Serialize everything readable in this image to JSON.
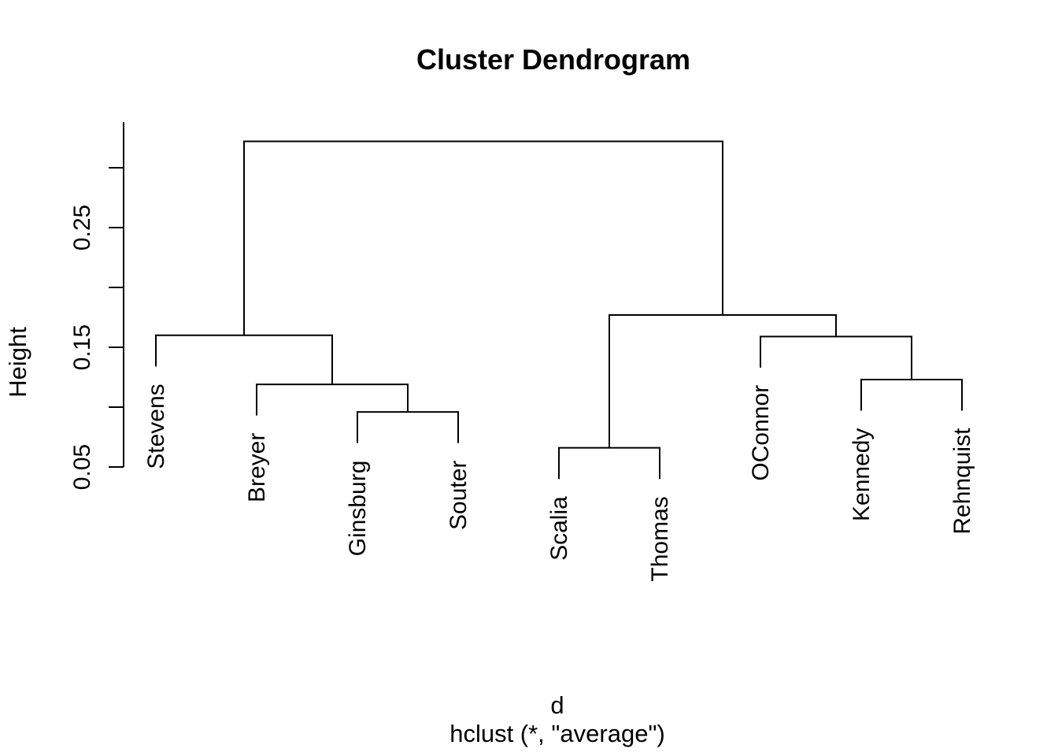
{
  "chart_data": {
    "type": "dendrogram",
    "title": "Cluster Dendrogram",
    "ylabel": "Height",
    "xlabel": "d",
    "sub": "hclust (*, \"average\")",
    "clustering_method": "average",
    "leaves": [
      "Stevens",
      "Breyer",
      "Ginsburg",
      "Souter",
      "Scalia",
      "Thomas",
      "OConnor",
      "Kennedy",
      "Rehnquist"
    ],
    "tree": {
      "height": 0.322,
      "children": [
        {
          "height": 0.16,
          "children": [
            {
              "leaf": "Stevens"
            },
            {
              "height": 0.119,
              "children": [
                {
                  "leaf": "Breyer"
                },
                {
                  "height": 0.096,
                  "children": [
                    {
                      "leaf": "Ginsburg"
                    },
                    {
                      "leaf": "Souter"
                    }
                  ]
                }
              ]
            }
          ]
        },
        {
          "height": 0.177,
          "children": [
            {
              "height": 0.066,
              "children": [
                {
                  "leaf": "Scalia"
                },
                {
                  "leaf": "Thomas"
                }
              ]
            },
            {
              "height": 0.159,
              "children": [
                {
                  "leaf": "OConnor"
                },
                {
                  "height": 0.123,
                  "children": [
                    {
                      "leaf": "Kennedy"
                    },
                    {
                      "leaf": "Rehnquist"
                    }
                  ]
                }
              ]
            }
          ]
        }
      ]
    },
    "hang": 0.026,
    "y_axis": {
      "ticks": [
        0.05,
        0.1,
        0.15,
        0.2,
        0.25,
        0.3
      ],
      "labeled_ticks": [
        "0.05",
        "0.15",
        "0.25"
      ],
      "tick_label_texts": [
        "0.05",
        "0.15",
        "0.25"
      ]
    },
    "colors": {
      "line": "#000000",
      "text": "#000000",
      "background": "#ffffff"
    },
    "legend": null,
    "grid": false
  }
}
